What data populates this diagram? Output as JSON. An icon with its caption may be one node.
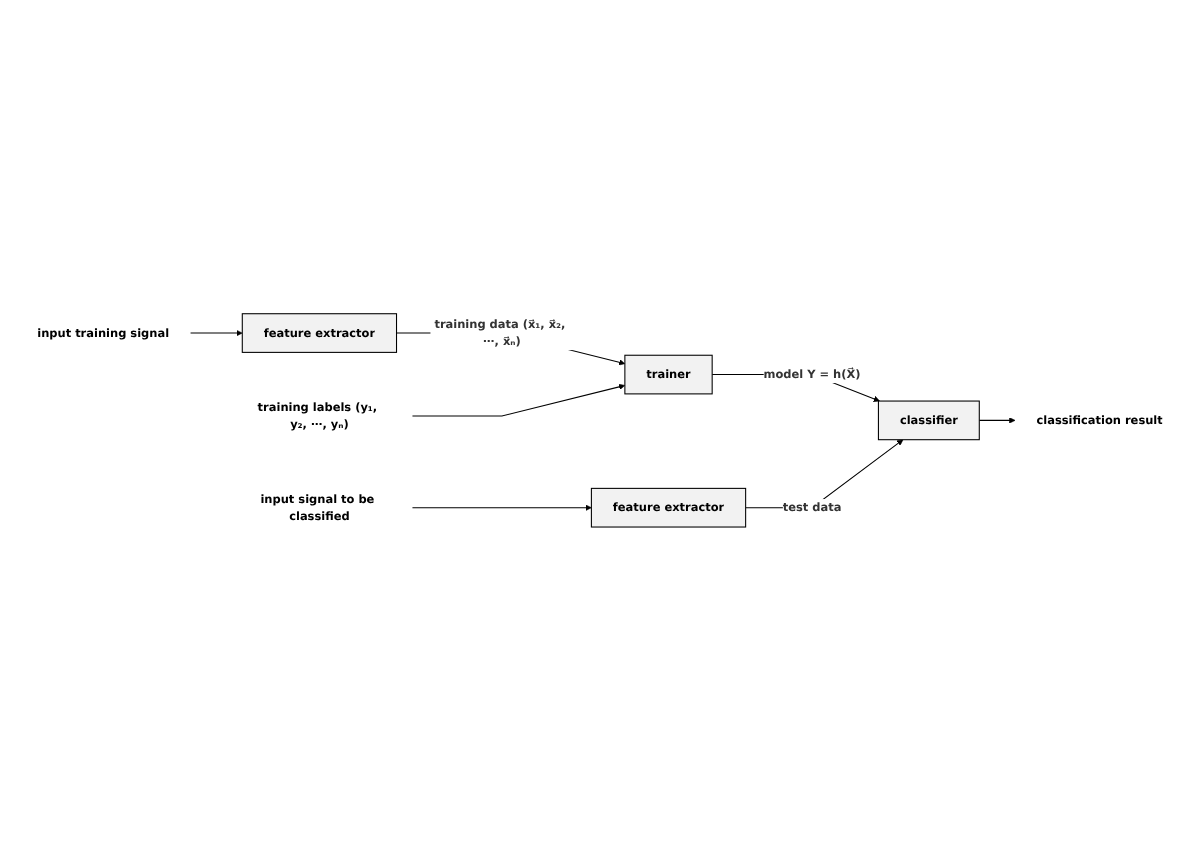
{
  "diagram": {
    "nodes": [
      {
        "text": [
          "input training signal"
        ]
      },
      {
        "text": [
          "feature extractor"
        ]
      },
      {
        "text": [
          "trainer"
        ]
      },
      {
        "text": [
          "training labels (y₁, y₂, ⋯, yₙ)"
        ]
      },
      {
        "text": [
          "input signal to be classified"
        ]
      },
      {
        "text": [
          "feature extractor"
        ]
      },
      {
        "text": [
          "classifier"
        ]
      },
      {
        "text": [
          "classification result"
        ]
      }
    ],
    "edges": [
      {
        "from": 0,
        "to": 1,
        "arrow": "to"
      },
      {
        "from": 1,
        "to": 2,
        "arrow": "to",
        "label": "training data (x⃗₁, x⃗₂, ⋯, x⃗ₙ)"
      },
      {
        "from": 3,
        "to": 2,
        "arrow": "to"
      },
      {
        "from": 2,
        "to": 6,
        "arrow": "to",
        "label": "model Y = h(X⃗)"
      },
      {
        "from": 4,
        "to": 5,
        "arrow": "to"
      },
      {
        "from": 5,
        "to": 6,
        "arrow": "to",
        "label": "test data"
      },
      {
        "from": 6,
        "to": 7,
        "arrow": "to"
      }
    ]
  }
}
